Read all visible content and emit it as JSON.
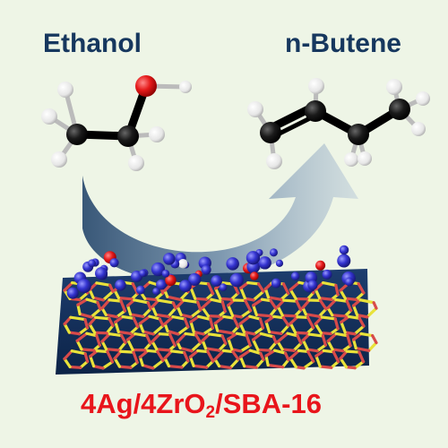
{
  "labels": {
    "reactant": "Ethanol",
    "product": "n-Butene",
    "catalyst_part1": "4Ag/4ZrO",
    "catalyst_sub": "2",
    "catalyst_part2": "/SBA-16"
  },
  "colors": {
    "background": "#eef5e6",
    "reactant_label": "#16375e",
    "product_label": "#16375e",
    "catalyst_label": "#e8151b",
    "carbon_atom": "#111111",
    "hydrogen_atom": "#f4f4f4",
    "oxygen_atom": "#e01818",
    "arrow": "#5f7f9c",
    "framework_silicon": "#e8e23a",
    "framework_oxygen": "#d84a4a",
    "surface_cluster": "#3a3ad0"
  }
}
